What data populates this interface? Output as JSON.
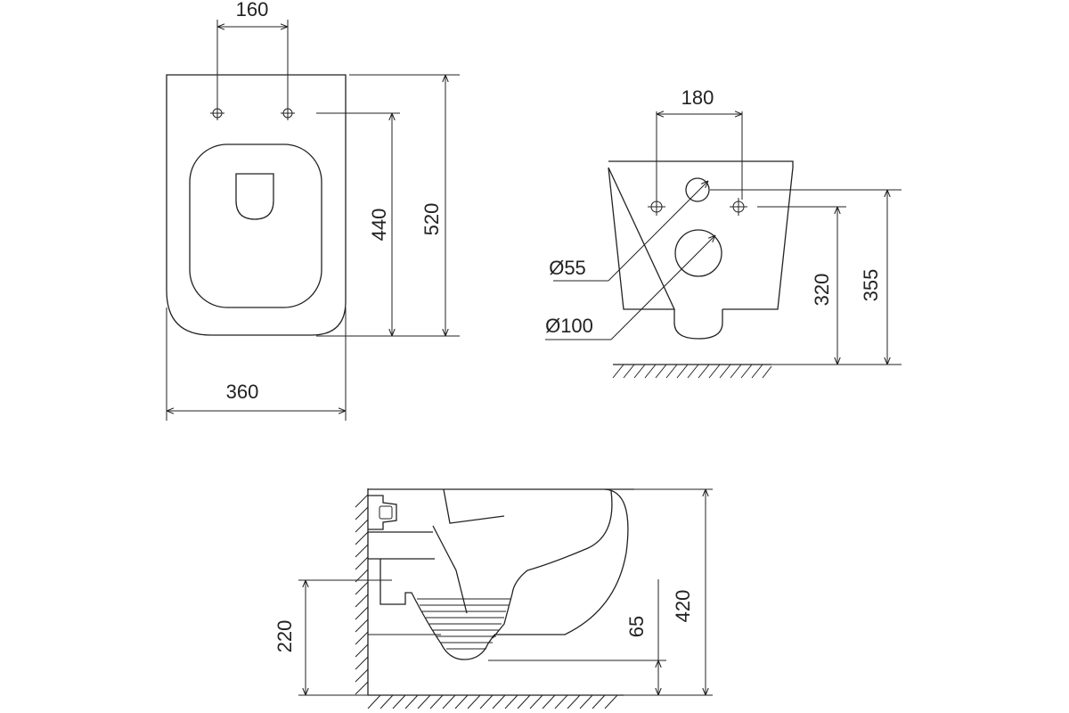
{
  "drawing": {
    "top_view": {
      "dim_top": "160",
      "dim_height_inner": "440",
      "dim_height_total": "520",
      "dim_width": "360"
    },
    "front_view": {
      "dim_top": "180",
      "dim_inlet_small": "Ø55",
      "dim_inlet_large": "Ø100",
      "dim_height_low": "320",
      "dim_height_high": "355"
    },
    "side_view": {
      "dim_mount_height": "220",
      "dim_bowl_depth": "65",
      "dim_total_height": "420"
    }
  }
}
